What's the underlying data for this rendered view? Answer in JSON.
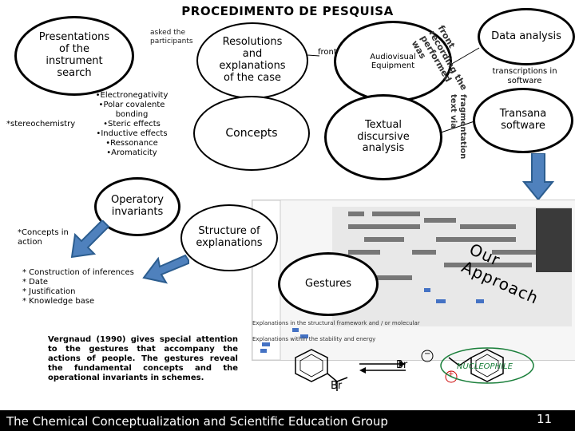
{
  "title": "PROCEDIMENTO DE PESQUISA",
  "nodes": {
    "presentations": "Presentations of the instrument search",
    "asked": "asked the participants",
    "resolutions": "Resolutions and explanations of the case",
    "front": "front",
    "audiovisual": "Audiovisual Equipment",
    "recording": "front recording the performed was",
    "data_analysis": "Data analysis",
    "transcriptions": "transcriptions in software",
    "concepts_list": [
      "•Electronegativity",
      "•Polar covalente bonding",
      "•Steric effects",
      "•Inductive effects",
      "•Ressonance",
      "•Aromaticity"
    ],
    "stereochemistry": "*stereochemistry",
    "concepts": "Concepts",
    "textual": "Textual discursive analysis",
    "fragmentation": "fragmentation text via",
    "transana": "Transana software",
    "operatory": "Operatory invariants",
    "concepts_action": "*Concepts in action",
    "structure": "Structure of explanations",
    "our_approach": "Our Approach",
    "gestures": "Gestures",
    "inference_list": [
      "* Construction of inferences",
      "* Date",
      "* Justification",
      "* Knowledge base"
    ],
    "vergnaud": "Vergnaud (1990) gives special attention to the gestures that accompany the actions of people. The gestures reveal the fundamental concepts and the operational invariants in schemes.",
    "nucleophile": "NUCLEOPHILE",
    "br_left": "Br",
    "br_right": "Br",
    "minus": "−",
    "plus": "+"
  },
  "chart_labels": {
    "rows": [
      "Explanations in the structural framework and / or molecular",
      "Explanations within the stability and energy"
    ]
  },
  "footer": {
    "text": "The Chemical Conceptualization and Scientific Education Group",
    "page": "11"
  }
}
